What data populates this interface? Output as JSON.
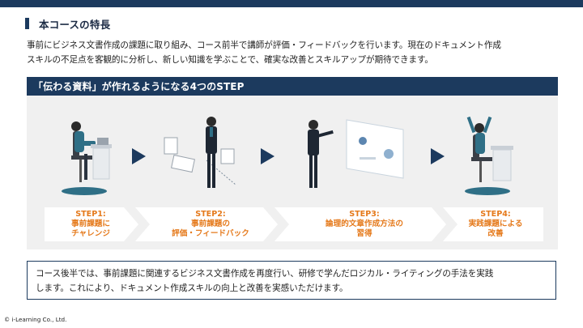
{
  "section": {
    "title": "本コースの特長"
  },
  "intro": {
    "line1": "事前にビジネス文書作成の課題に取り組み、コース前半で講師が評価・フィードバックを行います。現在のドキュメント作成",
    "line2": "スキルの不足点を客観的に分析し、新しい知識を学ぶことで、確実な改善とスキルアップが期待できます。"
  },
  "steps_panel": {
    "header": "「伝わる資料」が作れるようになる4つのSTEP",
    "steps": [
      {
        "line1": "STEP1:",
        "line2": "事前課題に",
        "line3": "チャレンジ"
      },
      {
        "line1": "STEP2:",
        "line2": "事前課題の",
        "line3": "評価・フィードバック"
      },
      {
        "line1": "STEP3:",
        "line2": "論理的文章作成方法の",
        "line3": "習得"
      },
      {
        "line1": "STEP4:",
        "line2": "実践課題による",
        "line3": "改善"
      }
    ]
  },
  "note": {
    "line1": "コース後半では、事前課題に関連するビジネス文書作成を再度行い、研修で学んだロジカル・ライティングの手法を実践",
    "line2": "します。これにより、ドキュメント作成スキルの向上と改善を実感いただけます。"
  },
  "footer": {
    "copyright": "© i-Learning Co., Ltd."
  },
  "colors": {
    "navy": "#1c3a5e",
    "step_label": "#e57a1c",
    "teal": "#2f6f86",
    "panel_bg": "#f0f0f0"
  }
}
